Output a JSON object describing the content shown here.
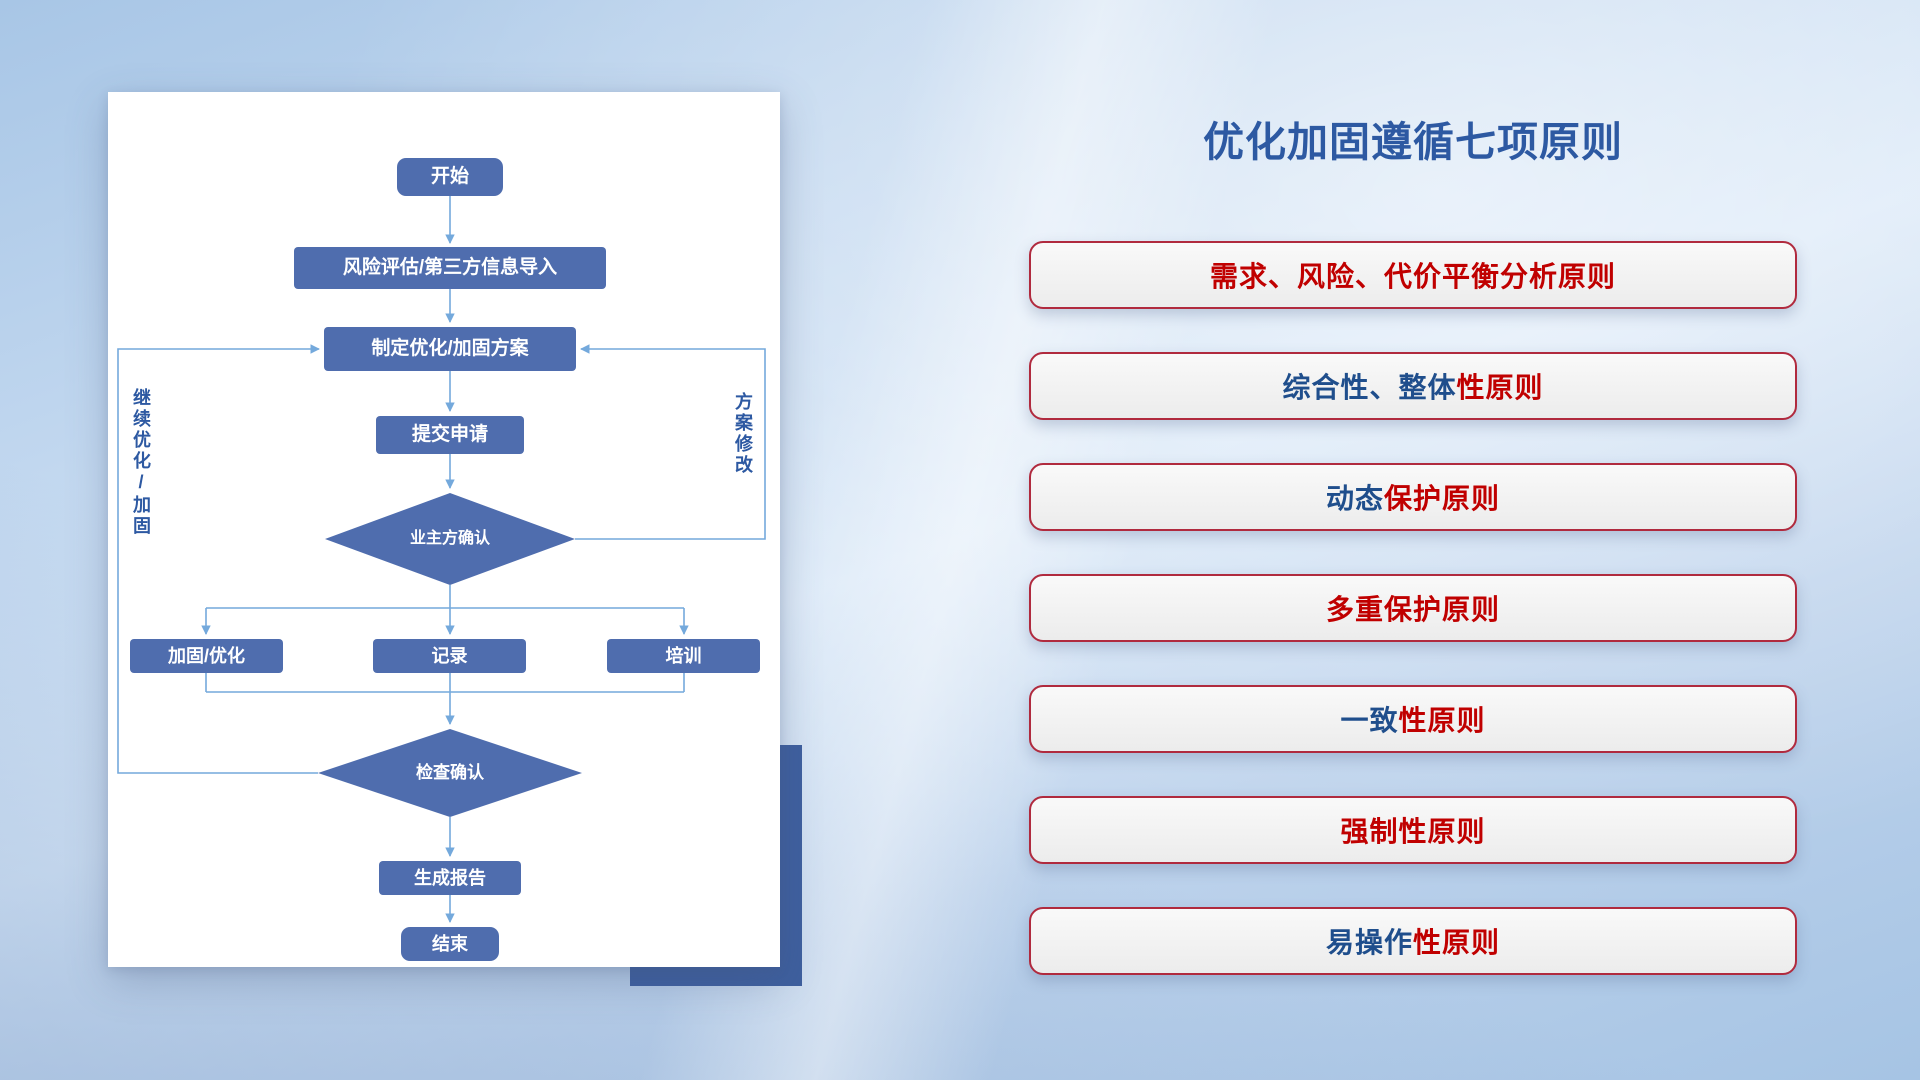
{
  "flowchart": {
    "nodes": {
      "start": "开始",
      "risk_import": "风险评估/第三方信息导入",
      "make_plan": "制定优化/加固方案",
      "submit": "提交申请",
      "owner_confirm": "业主方确认",
      "reinforce": "加固/优化",
      "record": "记录",
      "training": "培训",
      "check_confirm": "检查确认",
      "report": "生成报告",
      "end": "结束"
    },
    "loop_labels": {
      "continue_optimize": "继续优化/加固",
      "plan_revise": "方案修改"
    }
  },
  "right_panel": {
    "title": "优化加固遵循七项原则",
    "principles": [
      {
        "blue": "",
        "red": "需求、风险、代价平衡分析原则"
      },
      {
        "blue": "综合性、整体",
        "red": "性原则"
      },
      {
        "blue": "动态",
        "red": "保护原则"
      },
      {
        "blue": "",
        "red": "多重保护原则"
      },
      {
        "blue": "一致",
        "red": "性原则"
      },
      {
        "blue": "",
        "red": "强制性原则"
      },
      {
        "blue": "易操作",
        "red": "性原则"
      }
    ]
  },
  "colors": {
    "title_blue": "#2d59a2",
    "node_fill": "#4f6dae",
    "connector": "#74a9dc",
    "pill_border": "#b02a3e",
    "pill_text_red": "#c00000",
    "pill_text_blue": "#1f4e8c",
    "accent_rect": "#3e5f9e",
    "card_bg": "#ffffff"
  }
}
